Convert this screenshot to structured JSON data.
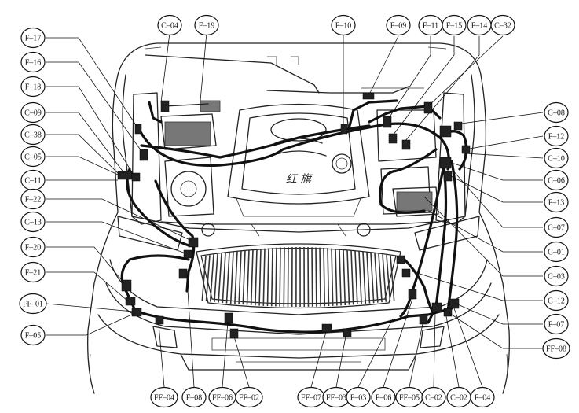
{
  "diagram": {
    "labels": [
      {
        "id": "C-04",
        "text": "C–04"
      },
      {
        "id": "F-19",
        "text": "F–19"
      },
      {
        "id": "F-10",
        "text": "F–10"
      },
      {
        "id": "F-09",
        "text": "F–09"
      },
      {
        "id": "F-11",
        "text": "F–11"
      },
      {
        "id": "F-15",
        "text": "F–15"
      },
      {
        "id": "F-14",
        "text": "F–14"
      },
      {
        "id": "C-32",
        "text": "C–32"
      },
      {
        "id": "F-17",
        "text": "F–17"
      },
      {
        "id": "F-16",
        "text": "F–16"
      },
      {
        "id": "F-18",
        "text": "F–18"
      },
      {
        "id": "C-09",
        "text": "C–09"
      },
      {
        "id": "C-38",
        "text": "C–38"
      },
      {
        "id": "C-05",
        "text": "C–05"
      },
      {
        "id": "C-11",
        "text": "C–11"
      },
      {
        "id": "F-22",
        "text": "F–22"
      },
      {
        "id": "C-13",
        "text": "C–13"
      },
      {
        "id": "F-20",
        "text": "F–20"
      },
      {
        "id": "F-21",
        "text": "F–21"
      },
      {
        "id": "FF-01",
        "text": "FF–01"
      },
      {
        "id": "F-05",
        "text": "F–05"
      },
      {
        "id": "C-08",
        "text": "C–08"
      },
      {
        "id": "F-12",
        "text": "F–12"
      },
      {
        "id": "C-10",
        "text": "C–10"
      },
      {
        "id": "C-06",
        "text": "C–06"
      },
      {
        "id": "F-13",
        "text": "F–13"
      },
      {
        "id": "C-07",
        "text": "C–07"
      },
      {
        "id": "C-01",
        "text": "C–01"
      },
      {
        "id": "C-03",
        "text": "C–03"
      },
      {
        "id": "C-12",
        "text": "C–12"
      },
      {
        "id": "F-07",
        "text": "F–07"
      },
      {
        "id": "FF-08",
        "text": "FF–08"
      },
      {
        "id": "FF-04",
        "text": "FF–04"
      },
      {
        "id": "F-08",
        "text": "F–08"
      },
      {
        "id": "FF-06",
        "text": "FF–06"
      },
      {
        "id": "FF-02",
        "text": "FF–02"
      },
      {
        "id": "FF-07",
        "text": "FF–07"
      },
      {
        "id": "FF-03",
        "text": "FF–03"
      },
      {
        "id": "F-03",
        "text": "F–03"
      },
      {
        "id": "F-06",
        "text": "F–06"
      },
      {
        "id": "FF-05",
        "text": "FF–05"
      },
      {
        "id": "C-02a",
        "text": "C–02"
      },
      {
        "id": "C-02b",
        "text": "C–02"
      },
      {
        "id": "F-04",
        "text": "F–04"
      }
    ],
    "engine_cover_text": "红 旗"
  }
}
